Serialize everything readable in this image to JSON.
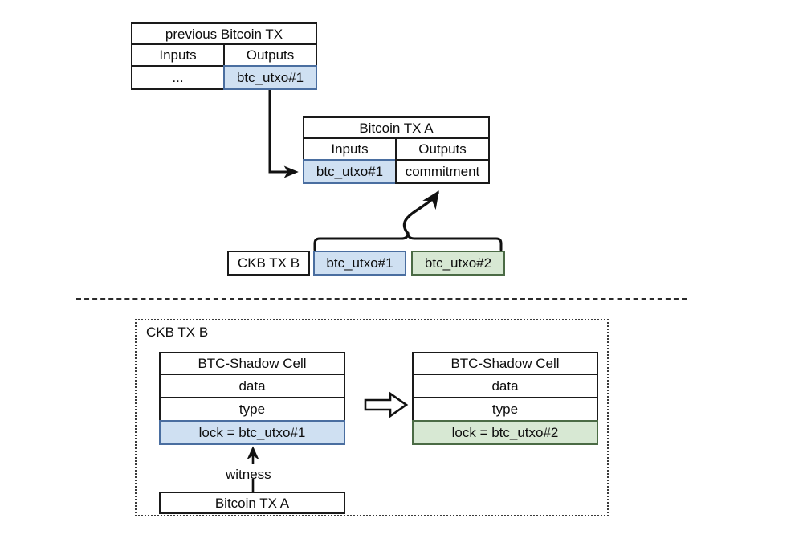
{
  "diagram": {
    "title_text": "",
    "colors": {
      "utxo1_fill": "#cfe0f2",
      "utxo1_border": "#4a6ea0",
      "utxo2_fill": "#d7e8d3",
      "utxo2_border": "#4b6b45",
      "stroke": "#1a1a1a",
      "background": "#ffffff"
    },
    "upper": {
      "prev_tx_table": {
        "title": "previous Bitcoin TX",
        "headers": [
          "Inputs",
          "Outputs"
        ],
        "row": [
          "...",
          "btc_utxo#1"
        ]
      },
      "tx_a_table": {
        "title": "Bitcoin TX A",
        "headers": [
          "Inputs",
          "Outputs"
        ],
        "row": [
          "btc_utxo#1",
          "commitment"
        ]
      },
      "ckb_row": {
        "label": "CKB TX B",
        "items": [
          "btc_utxo#1",
          "btc_utxo#2"
        ]
      }
    },
    "lower": {
      "panel_label": "CKB TX B",
      "input_cell": {
        "title": "BTC-Shadow Cell",
        "rows": [
          "data",
          "type",
          "lock = btc_utxo#1"
        ]
      },
      "output_cell": {
        "title": "BTC-Shadow Cell",
        "rows": [
          "data",
          "type",
          "lock = btc_utxo#2"
        ]
      },
      "witness_label": "witness",
      "witness_source": "Bitcoin TX A"
    }
  }
}
